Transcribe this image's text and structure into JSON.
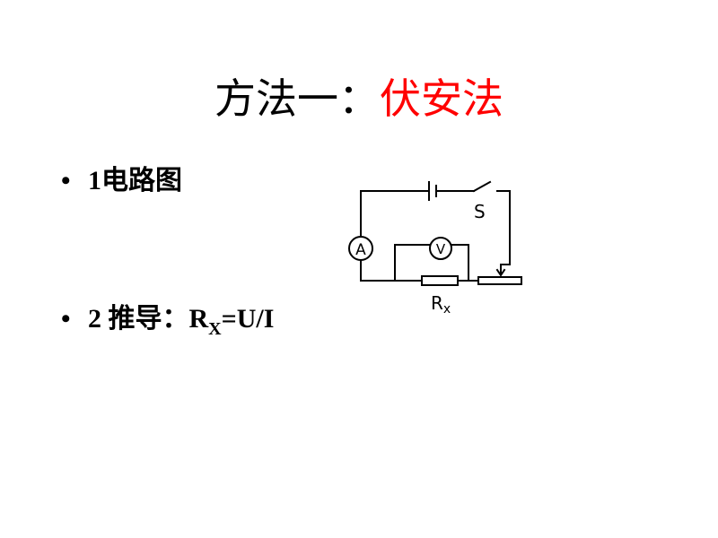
{
  "title": {
    "main": "方法一：",
    "accent": "伏安法"
  },
  "colors": {
    "accent": "#ff0000",
    "text": "#000000"
  },
  "bullets": [
    {
      "marker": "•",
      "text": "1电路图"
    },
    {
      "marker": "•",
      "text_prefix": "2 推导：R",
      "subscript": "X",
      "text_suffix": "=U/I"
    }
  ],
  "diagram": {
    "labels": {
      "switch": "S",
      "ammeter": "A",
      "voltmeter": "V",
      "resistor": "R",
      "resistor_sub": "x"
    }
  }
}
